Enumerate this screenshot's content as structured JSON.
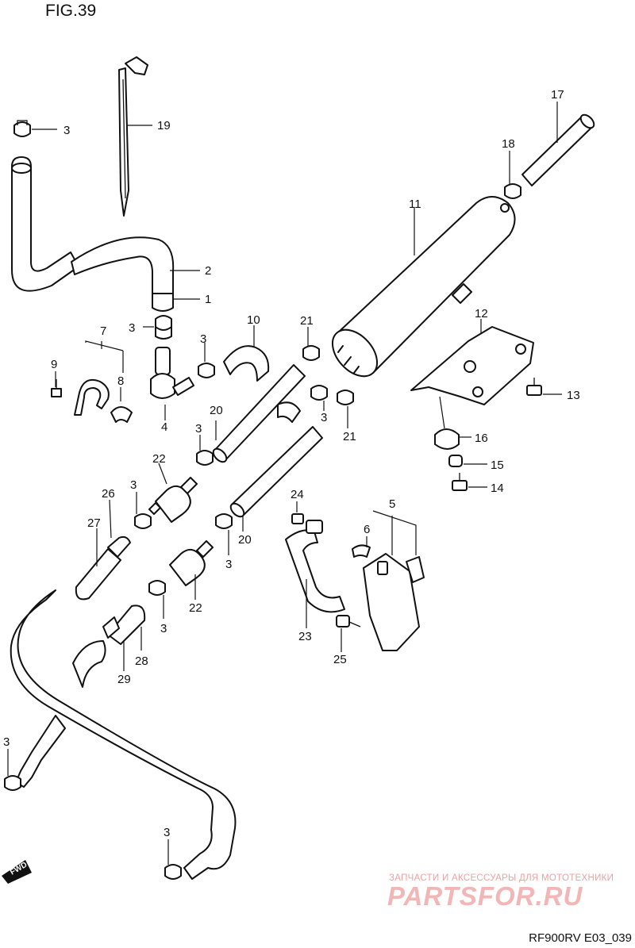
{
  "figure": {
    "title": "FIG.39",
    "code": "RF900RV E03_039"
  },
  "watermark": {
    "tagline": "ЗАПЧАСТИ И АКСЕССУАРЫ ДЛЯ МОТОТЕХНИКИ",
    "brand": "PARTSFOR.RU"
  },
  "fwd_badge": "FWD",
  "part_numbers": {
    "p1": "1",
    "p2": "2",
    "p3_a": "3",
    "p3_b": "3",
    "p3_c": "3",
    "p3_d": "3",
    "p3_e": "3",
    "p3_f": "3",
    "p3_g": "3",
    "p3_h": "3",
    "p3_i": "3",
    "p3_j": "3",
    "p4": "4",
    "p5": "5",
    "p6": "6",
    "p7": "7",
    "p8": "8",
    "p9": "9",
    "p10": "10",
    "p11": "11",
    "p12": "12",
    "p13": "13",
    "p14": "14",
    "p15": "15",
    "p16": "16",
    "p17": "17",
    "p18": "18",
    "p19": "19",
    "p20_a": "20",
    "p20_b": "20",
    "p21_a": "21",
    "p21_b": "21",
    "p22_a": "22",
    "p22_b": "22",
    "p23": "23",
    "p24": "24",
    "p25": "25",
    "p26": "26",
    "p27": "27",
    "p28": "28",
    "p29": "29"
  }
}
